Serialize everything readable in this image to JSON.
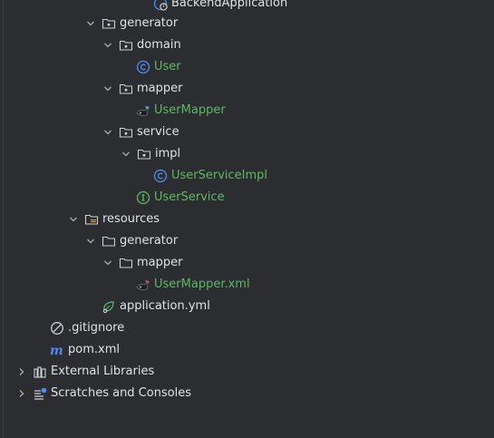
{
  "colors": {
    "background": "#2b2d30",
    "text": "#dfe1e5",
    "vcs_added_text": "#5fb865",
    "class_icon": "#548af7",
    "interface_icon": "#5fb865"
  },
  "tree": {
    "backend_application": {
      "label": "BackendApplication",
      "icon": "spring-boot-class-icon"
    },
    "generator_pkg": {
      "label": "generator",
      "icon": "package-icon"
    },
    "domain_pkg": {
      "label": "domain",
      "icon": "package-icon"
    },
    "user_class": {
      "label": "User",
      "icon": "class-icon"
    },
    "mapper_pkg": {
      "label": "mapper",
      "icon": "package-icon"
    },
    "user_mapper": {
      "label": "UserMapper",
      "icon": "mybatis-mapper-icon"
    },
    "service_pkg": {
      "label": "service",
      "icon": "package-icon"
    },
    "impl_pkg": {
      "label": "impl",
      "icon": "package-icon"
    },
    "user_service_impl": {
      "label": "UserServiceImpl",
      "icon": "class-icon"
    },
    "user_service": {
      "label": "UserService",
      "icon": "interface-icon"
    },
    "resources_dir": {
      "label": "resources",
      "icon": "resources-folder-icon"
    },
    "generator_dir": {
      "label": "generator",
      "icon": "folder-icon"
    },
    "mapper_dir": {
      "label": "mapper",
      "icon": "folder-icon"
    },
    "user_mapper_xml": {
      "label": "UserMapper.xml",
      "icon": "mybatis-xml-icon"
    },
    "application_yml": {
      "label": "application.yml",
      "icon": "spring-config-icon"
    },
    "gitignore": {
      "label": ".gitignore",
      "icon": "ignore-file-icon"
    },
    "pom_xml": {
      "label": "pom.xml",
      "icon": "maven-icon"
    },
    "external_libraries": {
      "label": "External Libraries",
      "icon": "library-icon"
    },
    "scratches": {
      "label": "Scratches and Consoles",
      "icon": "scratches-icon"
    }
  }
}
